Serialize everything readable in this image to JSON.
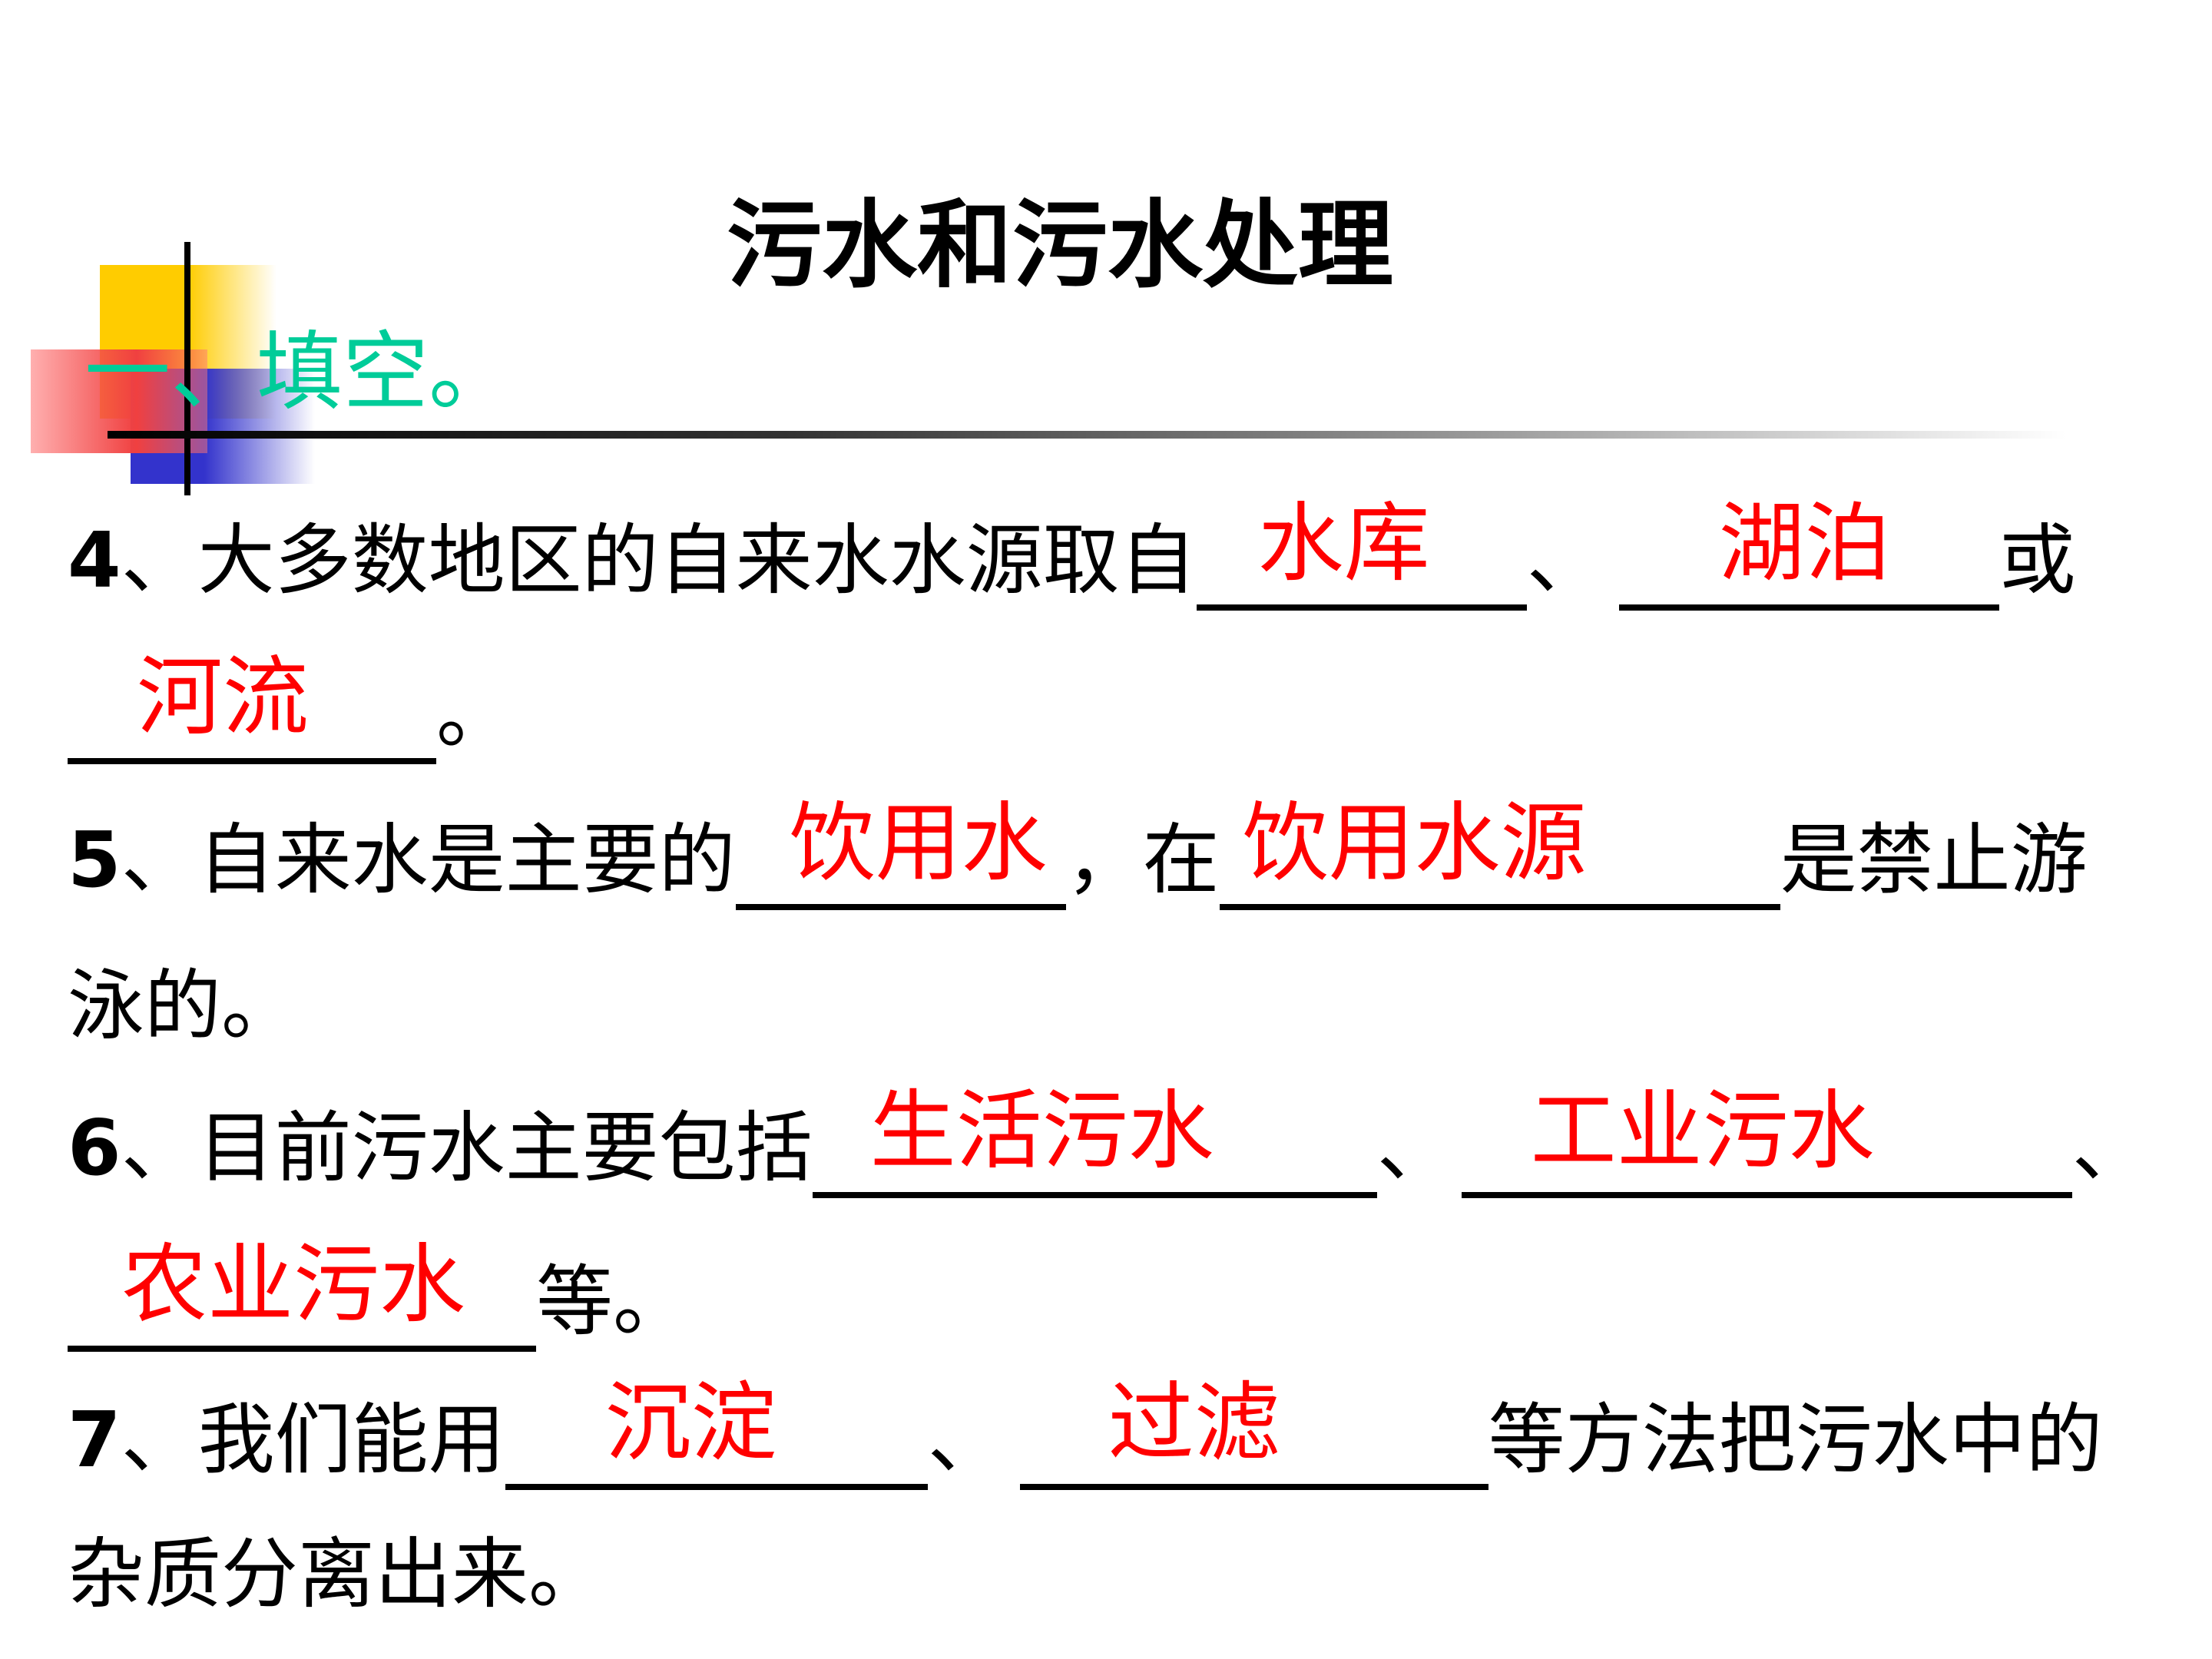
{
  "title": "污水和污水处理",
  "section_heading": "一、填空。",
  "questions": [
    {
      "number": "4",
      "line1": {
        "text_a": "、大多数地区的自来水水源取自",
        "blank_a": "水库",
        "text_b": "、",
        "blank_b": "湖泊",
        "text_c": "或"
      },
      "line2": {
        "blank_a": "河流",
        "text_a": "。"
      }
    },
    {
      "number": "5",
      "line1": {
        "text_a": "、自来水是主要的",
        "blank_a": "饮用水",
        "text_b": "，在",
        "blank_b": "饮用水源",
        "text_c": "是禁止游"
      },
      "line2": {
        "text_a": "泳的。"
      }
    },
    {
      "number": "6",
      "line1": {
        "text_a": "、目前污水主要包括",
        "blank_a": "生活污水",
        "text_b": "、",
        "blank_b": "工业污水",
        "text_c": "、"
      },
      "line2": {
        "blank_a": "农业污水",
        "text_a": "等。"
      }
    },
    {
      "number": "7",
      "line1": {
        "text_a": "、我们能用",
        "blank_a": "沉淀",
        "text_b": "、",
        "blank_b": "过滤",
        "text_c": "等方法把污水中的"
      },
      "line2": {
        "text_a": "杂质分离出来。"
      }
    }
  ],
  "colors": {
    "heading": "#00cc99",
    "answer": "#ff0000",
    "text": "#000000",
    "deco_yellow": "#ffcc00",
    "deco_blue": "#3333cc",
    "deco_red": "#f04040"
  }
}
